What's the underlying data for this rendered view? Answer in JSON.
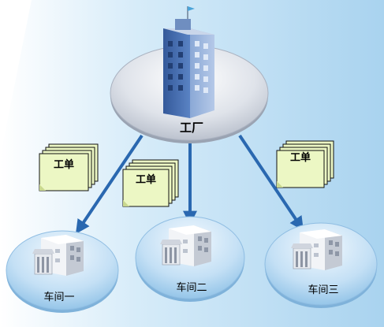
{
  "factory": {
    "label": "工厂",
    "icon": "office-building-icon"
  },
  "work_orders": [
    {
      "label": "工单",
      "icon": "document-stack-icon"
    },
    {
      "label": "工单",
      "icon": "document-stack-icon"
    },
    {
      "label": "工单",
      "icon": "document-stack-icon"
    }
  ],
  "workshops": [
    {
      "label": "车间一",
      "icon": "workshop-building-icon"
    },
    {
      "label": "车间二",
      "icon": "workshop-building-icon"
    },
    {
      "label": "车间三",
      "icon": "workshop-building-icon"
    }
  ],
  "colors": {
    "background_band": "#d9ecf8",
    "platform_fill": "#e4e8ef",
    "arrow": "#2a68b0",
    "ticket": "#ecf7c4",
    "building": "#3e6aa6"
  }
}
